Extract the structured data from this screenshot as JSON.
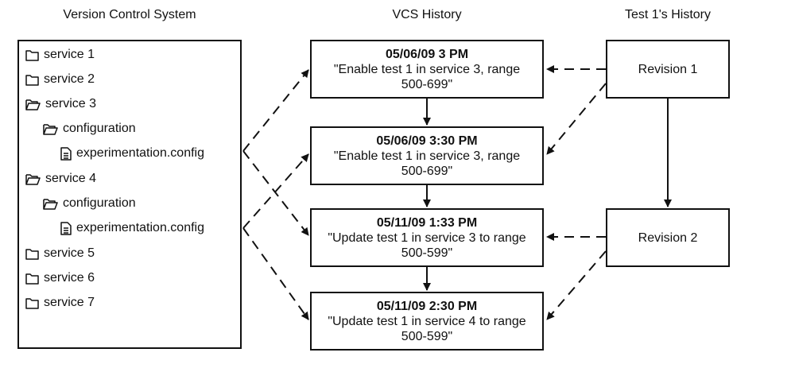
{
  "titles": {
    "vcs": "Version Control System",
    "history": "VCS History",
    "test": "Test 1's History"
  },
  "tree": [
    {
      "label": "service 1",
      "type": "folder-closed"
    },
    {
      "label": "service 2",
      "type": "folder-closed"
    },
    {
      "label": "service 3",
      "type": "folder-open"
    },
    {
      "label": "configuration",
      "type": "folder-open"
    },
    {
      "label": "experimentation.config",
      "type": "file"
    },
    {
      "label": "service 4",
      "type": "folder-open"
    },
    {
      "label": "configuration",
      "type": "folder-open"
    },
    {
      "label": "experimentation.config",
      "type": "file"
    },
    {
      "label": "service 5",
      "type": "folder-closed"
    },
    {
      "label": "service 6",
      "type": "folder-closed"
    },
    {
      "label": "service 7",
      "type": "folder-closed"
    }
  ],
  "commits": [
    {
      "timestamp": "05/06/09 3 PM",
      "line1": "\"Enable test 1 in service 3, range",
      "line2": "500-699\""
    },
    {
      "timestamp": "05/06/09 3:30 PM",
      "line1": "\"Enable test 1 in service 3, range",
      "line2": "500-699\""
    },
    {
      "timestamp": "05/11/09 1:33 PM",
      "line1": "\"Update test 1 in service 3 to range",
      "line2": "500-599\""
    },
    {
      "timestamp": "05/11/09 2:30 PM",
      "line1": "\"Update test 1 in service 4 to range",
      "line2": "500-599\""
    }
  ],
  "revisions": [
    {
      "label": "Revision 1"
    },
    {
      "label": "Revision 2"
    }
  ]
}
